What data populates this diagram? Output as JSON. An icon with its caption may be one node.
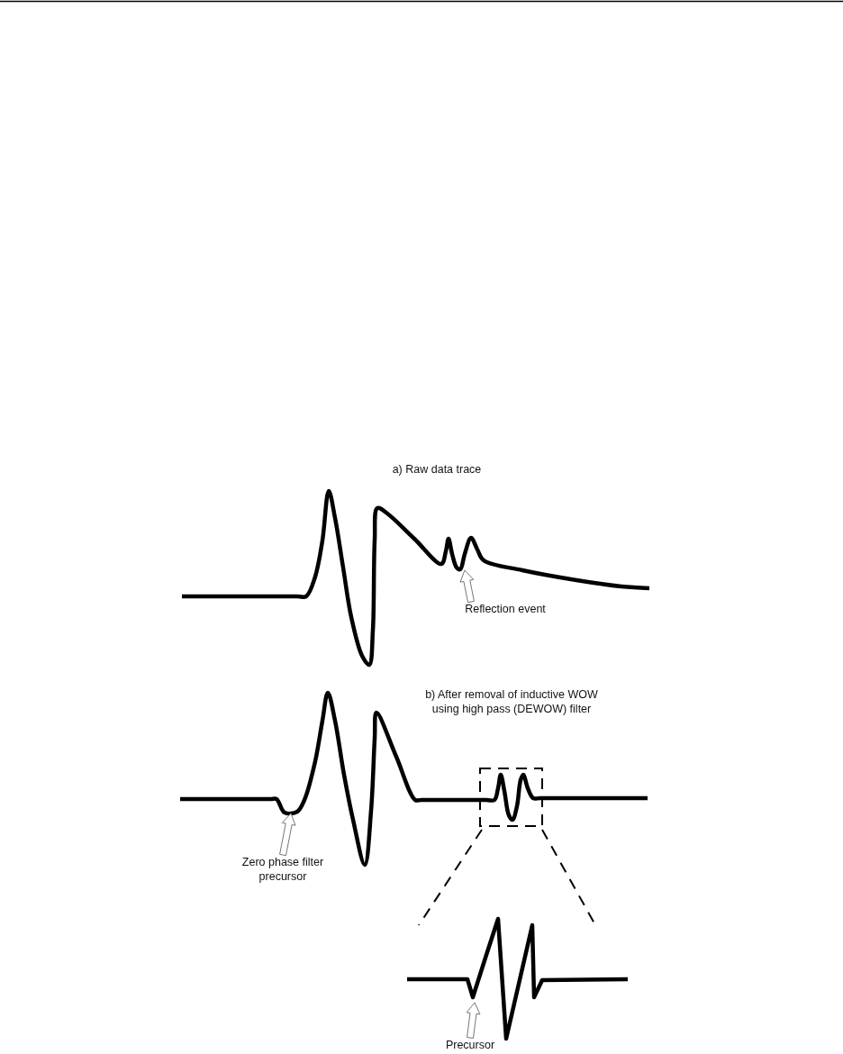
{
  "diagram": {
    "nodes": [
      {
        "text": [
          "Reflection event"
        ]
      },
      {
        "text": [
          "Zero phase filter precursor"
        ]
      },
      {
        "text": [
          "Precursor"
        ]
      }
    ],
    "edges": [
      {
        "from": 0,
        "to": null,
        "arrow": "to"
      },
      {
        "from": 1,
        "to": null,
        "arrow": "to"
      },
      {
        "from": 2,
        "to": null,
        "arrow": "to"
      }
    ],
    "labels": [
      "a) Raw data trace",
      "b) After removal of inductive WOW using high pass (DEWOW) filter"
    ]
  }
}
